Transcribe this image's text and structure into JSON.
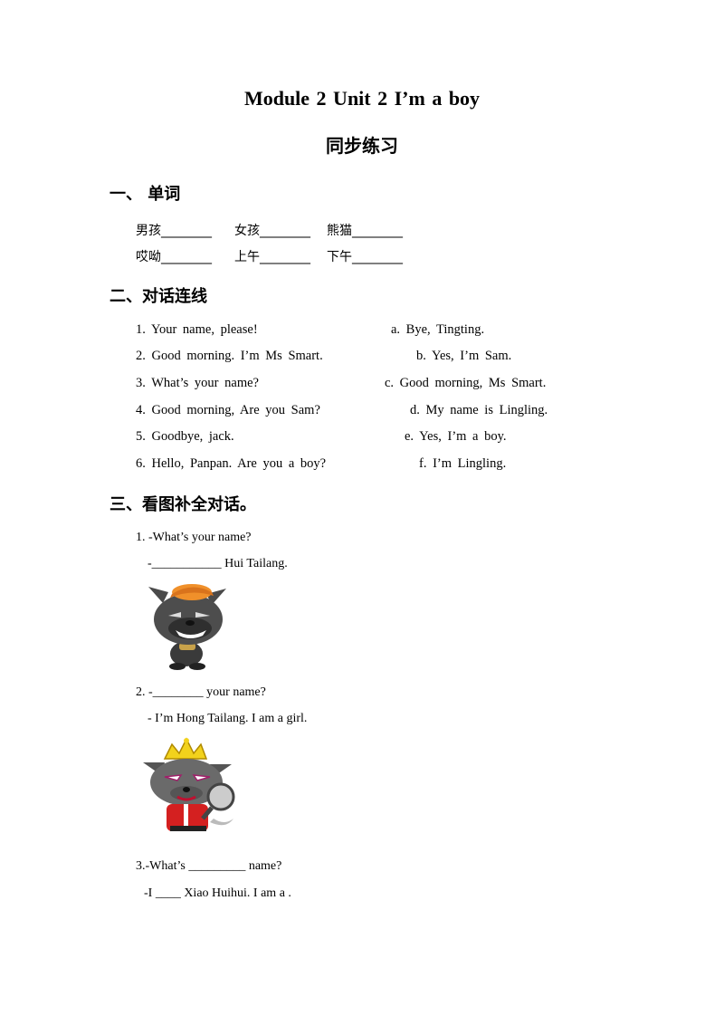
{
  "header": {
    "title": "Module 2 Unit 2  I’m  a  boy",
    "subtitle": "同步练习"
  },
  "section1": {
    "heading": "一、  单词",
    "words": [
      [
        "男孩________",
        "女孩________",
        "熊猫________"
      ],
      [
        "哎呦________",
        "上午________",
        "下午________"
      ]
    ]
  },
  "section2": {
    "heading": "二、对话连线",
    "left": [
      "1.  Your  name,  please!",
      "2.  Good  morning.  I’m  Ms  Smart.",
      "3.  What’s  your  name?",
      "4.  Good  morning,  Are  you  Sam?",
      "5.  Goodbye,  jack.",
      "6.  Hello,  Panpan.  Are  you  a  boy?"
    ],
    "right": [
      "a.  Bye,  Tingting.",
      "b.  Yes,  I’m  Sam.",
      "c.  Good  morning,  Ms  Smart.",
      "d.  My  name  is  Lingling.",
      "e.  Yes,  I’m  a  boy.",
      "f. I’m Lingling."
    ]
  },
  "section3": {
    "heading": "三、看图补全对话。",
    "q1": {
      "line1": "1. -What’s your name?",
      "line2": "-___________  Hui Tailang."
    },
    "q2": {
      "line1": "2. -________ your name?",
      "line2": "- I’m Hong Tailang. I am a girl."
    },
    "q3": {
      "line1": "3.-What’s  _________ name?",
      "line2": "-I ____ Xiao Huihui. I am a      ."
    }
  }
}
